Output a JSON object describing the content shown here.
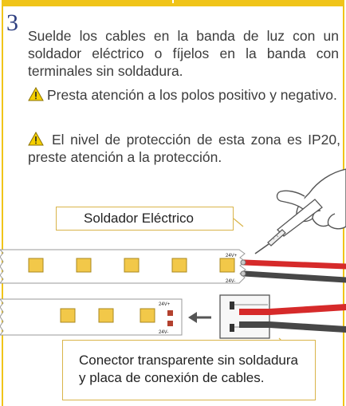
{
  "step": {
    "number": "3"
  },
  "instructions": {
    "paragraph1": "Suelde los cables en la banda de luz con un soldador eléctrico o fíjelos en la banda con terminales sin soldadura.",
    "warning_polarity": "Presta atención a los polos positivo y negativo.",
    "warning_protection_line1": "El nivel de protección de esta zona es IP20,",
    "warning_protection_line2": "preste atención a la protección."
  },
  "diagram": {
    "soldering_label": "Soldador Eléctrico",
    "connector_label_line1": "Conector transparente sin soldadura",
    "connector_label_line2": "y placa de conexión de cables.",
    "pad_positive": "24V+",
    "pad_negative": "24V-",
    "arrow_icon": "arrow-left-icon",
    "warning_icon": "warning-triangle-icon"
  },
  "colors": {
    "frame": "#f0c419",
    "step_number": "#2e3f80",
    "led": "#f2c849",
    "wire_positive": "#d62a2a",
    "wire_negative": "#474747",
    "pad": "#b3412f"
  }
}
